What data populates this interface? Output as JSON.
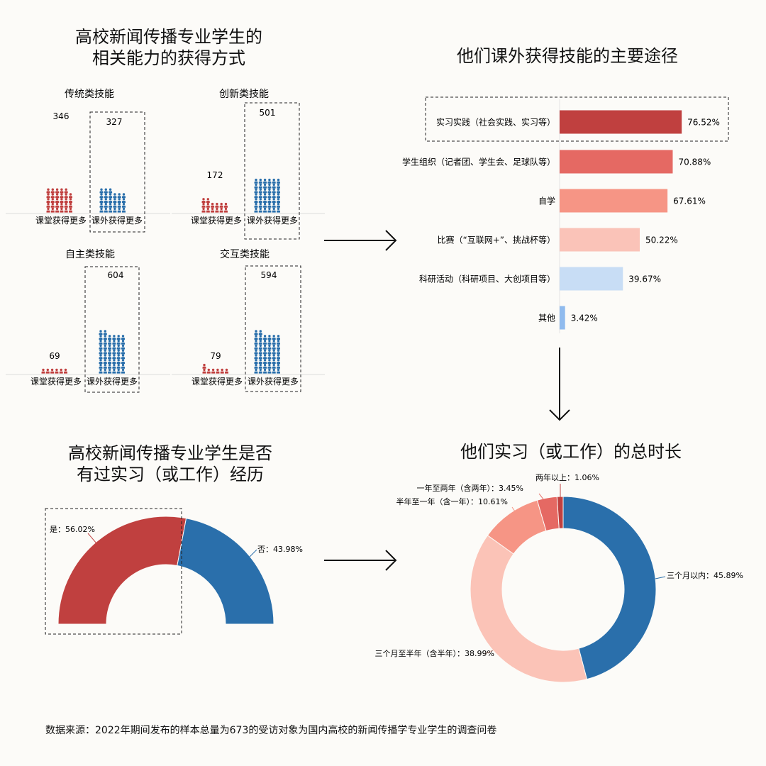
{
  "titles": {
    "acquisition": [
      "高校新闻传播专业学生的",
      "相关能力的获得方式"
    ],
    "channels": "他们课外获得技能的主要途径",
    "internship": [
      "高校新闻传播专业学生是否",
      "有过实习（或工作）经历"
    ],
    "duration": "他们实习（或工作）的总时长"
  },
  "source_note": "数据来源：2022年期间发布的样本总量为673的受访对象为国内高校的新闻传播学专业学生的调查问卷",
  "colors": {
    "red": "#c0403f",
    "blue": "#2a6fab",
    "channel_bars": [
      "#c0403f",
      "#e56963",
      "#f69585",
      "#fac3b8",
      "#c8ddf5",
      "#90bbee"
    ],
    "donut": [
      "#2a6fab",
      "#fbc3b7",
      "#f69585",
      "#e56963",
      "#c0403f"
    ]
  },
  "chart_data": [
    {
      "type": "pictogram",
      "title": "传统类技能",
      "categories": [
        "课堂获得更多",
        "课外获得更多"
      ],
      "values": [
        346,
        327
      ],
      "highlight": "课外获得更多"
    },
    {
      "type": "pictogram",
      "title": "创新类技能",
      "categories": [
        "课堂获得更多",
        "课外获得更多"
      ],
      "values": [
        172,
        501
      ],
      "highlight": "课外获得更多"
    },
    {
      "type": "pictogram",
      "title": "自主类技能",
      "categories": [
        "课堂获得更多",
        "课外获得更多"
      ],
      "values": [
        69,
        604
      ],
      "highlight": "课外获得更多"
    },
    {
      "type": "pictogram",
      "title": "交互类技能",
      "categories": [
        "课堂获得更多",
        "课外获得更多"
      ],
      "values": [
        79,
        594
      ],
      "highlight": "课外获得更多"
    },
    {
      "type": "bar",
      "orientation": "horizontal",
      "title": "他们课外获得技能的主要途径",
      "categories": [
        "实习实践（社会实践、实习等）",
        "学生组织（记者团、学生会、足球队等）",
        "自学",
        "比赛（“互联网+”、挑战杯等）",
        "科研活动（科研项目、大创项目等）",
        "其他"
      ],
      "values": [
        76.52,
        70.88,
        67.61,
        50.22,
        39.67,
        3.42
      ],
      "labels": [
        "76.52%",
        "70.88%",
        "67.61%",
        "50.22%",
        "39.67%",
        "3.42%"
      ],
      "xlim": [
        0,
        100
      ],
      "highlight": "实习实践（社会实践、实习等）"
    },
    {
      "type": "pie",
      "variant": "half-donut",
      "title": "高校新闻传播专业学生是否有过实习（或工作）经历",
      "categories": [
        "是",
        "否"
      ],
      "values": [
        56.02,
        43.98
      ],
      "labels": [
        "是：56.02%",
        "否：43.98%"
      ],
      "highlight": "是"
    },
    {
      "type": "pie",
      "variant": "donut",
      "title": "他们实习（或工作）的总时长",
      "categories": [
        "三个月以内",
        "三个月至半年（含半年）",
        "半年至一年（含一年）",
        "一年至两年（含两年）",
        "两年以上"
      ],
      "values": [
        45.89,
        38.99,
        10.61,
        3.45,
        1.06
      ],
      "labels": [
        "三个月以内：45.89%",
        "三个月至半年（含半年）：38.99%",
        "半年至一年（含一年）：10.61%",
        "一年至两年（含两年）：3.45%",
        "两年以上：1.06%"
      ]
    }
  ]
}
